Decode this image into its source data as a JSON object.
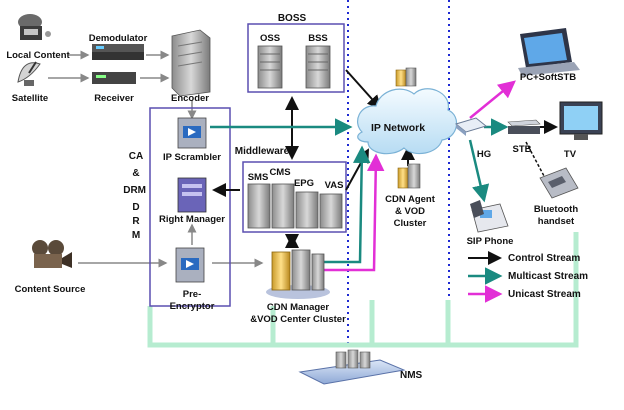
{
  "nodes": {
    "local_content": "Local Content",
    "satellite": "Satellite",
    "demodulator": "Demodulator",
    "receiver": "Receiver",
    "encoder": "Encoder",
    "boss": "BOSS",
    "oss": "OSS",
    "bss": "BSS",
    "ip_scrambler": "IP Scrambler",
    "right_manager": "Right Manager",
    "pre_encryptor": "Pre-\nEncryptor",
    "ca_drm": "CA\n&\nDRM",
    "middleware": "Middleware",
    "sms": "SMS",
    "cms": "CMS",
    "epg": "EPG",
    "vas": "VAS",
    "ip_network": "IP Network",
    "cdn_agent": "CDN Agent\n& VOD\nCluster",
    "content_source": "Content Source",
    "cdn_manager": "CDN Manager\n&VOD Center Cluster",
    "hg": "HG",
    "stb": "STB",
    "tv": "TV",
    "pc_softstb": "PC+SoftSTB",
    "sip_phone": "SIP Phone",
    "bluetooth_handset": "Bluetooth\nhandset",
    "nms": "NMS"
  },
  "legend": {
    "control": "Control Stream",
    "multicast": "Multicast Stream",
    "unicast": "Unicast Stream"
  },
  "colors": {
    "control": "#111111",
    "multicast": "#1a8a80",
    "unicast": "#e22fd6",
    "nms_line": "#b6ecd0",
    "box_border": "#5a4fb0",
    "boss_label": "#e0187c",
    "middleware_label": "#e0187c",
    "ca_drm_label": "#e0187c",
    "dotted_divider": "#1e2ad2",
    "multicast_text": "#29a7d8",
    "unicast_text": "#e22fd6",
    "nms_text": "#e0187c"
  }
}
